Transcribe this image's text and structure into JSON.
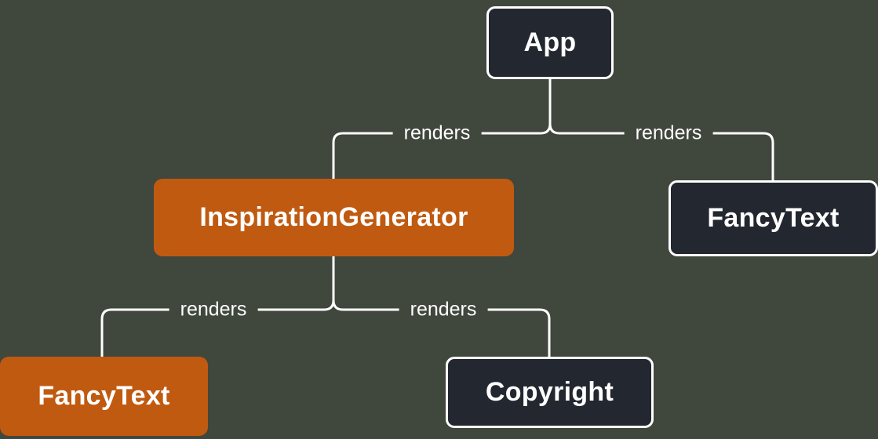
{
  "diagram": {
    "title": "render-tree",
    "background_color": "#40473d",
    "colors": {
      "dark_node": "#23272f",
      "orange_node": "#c05a10",
      "line": "#ffffff",
      "text": "#ffffff"
    },
    "nodes": [
      {
        "id": "app",
        "label": "App",
        "variant": "dark"
      },
      {
        "id": "inspiration-generator",
        "label": "InspirationGenerator",
        "variant": "orange"
      },
      {
        "id": "fancy-text-right",
        "label": "FancyText",
        "variant": "dark"
      },
      {
        "id": "fancy-text-left",
        "label": "FancyText",
        "variant": "orange"
      },
      {
        "id": "copyright",
        "label": "Copyright",
        "variant": "dark"
      }
    ],
    "edges": [
      {
        "from": "App",
        "to": "InspirationGenerator",
        "label": "renders"
      },
      {
        "from": "App",
        "to": "FancyText",
        "label": "renders"
      },
      {
        "from": "InspirationGenerator",
        "to": "FancyText",
        "label": "renders"
      },
      {
        "from": "InspirationGenerator",
        "to": "Copyright",
        "label": "renders"
      }
    ]
  }
}
